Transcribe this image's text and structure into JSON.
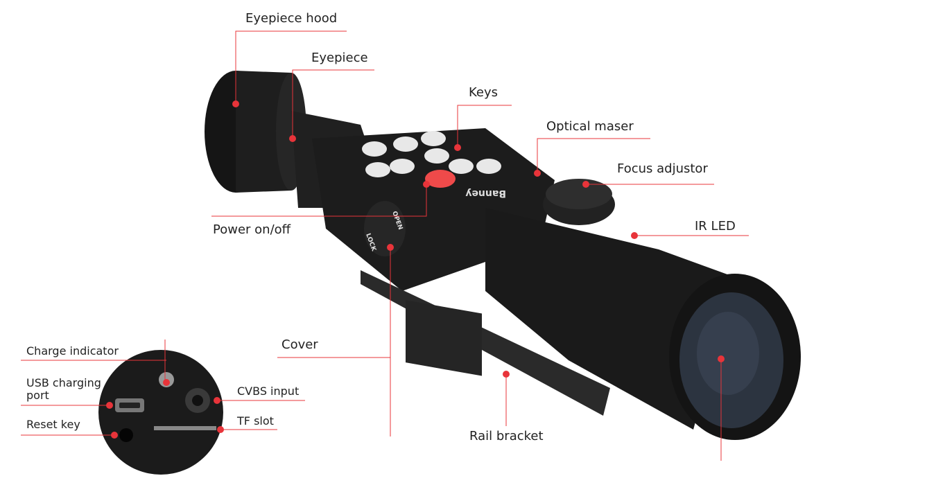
{
  "labels": {
    "eyepiece_hood": "Eyepiece hood",
    "eyepiece": "Eyepiece",
    "keys": "Keys",
    "optical_maser": "Optical maser",
    "focus_adjustor": "Focus adjustor",
    "ir_led": "IR LED",
    "power": "Power on/off",
    "cover": "Cover",
    "rail_bracket": "Rail bracket",
    "charge_indicator": "Charge indicator",
    "usb_line1": "USB charging",
    "usb_line2": "port",
    "reset_key": "Reset key",
    "cvbs_input": "CVBS input",
    "tf_slot": "TF slot"
  },
  "device_markings": {
    "brand": "Banney",
    "lock": "LOCK",
    "open": "OPEN"
  },
  "colors": {
    "leader": "#e8343a",
    "body": "#1b1b1b"
  }
}
